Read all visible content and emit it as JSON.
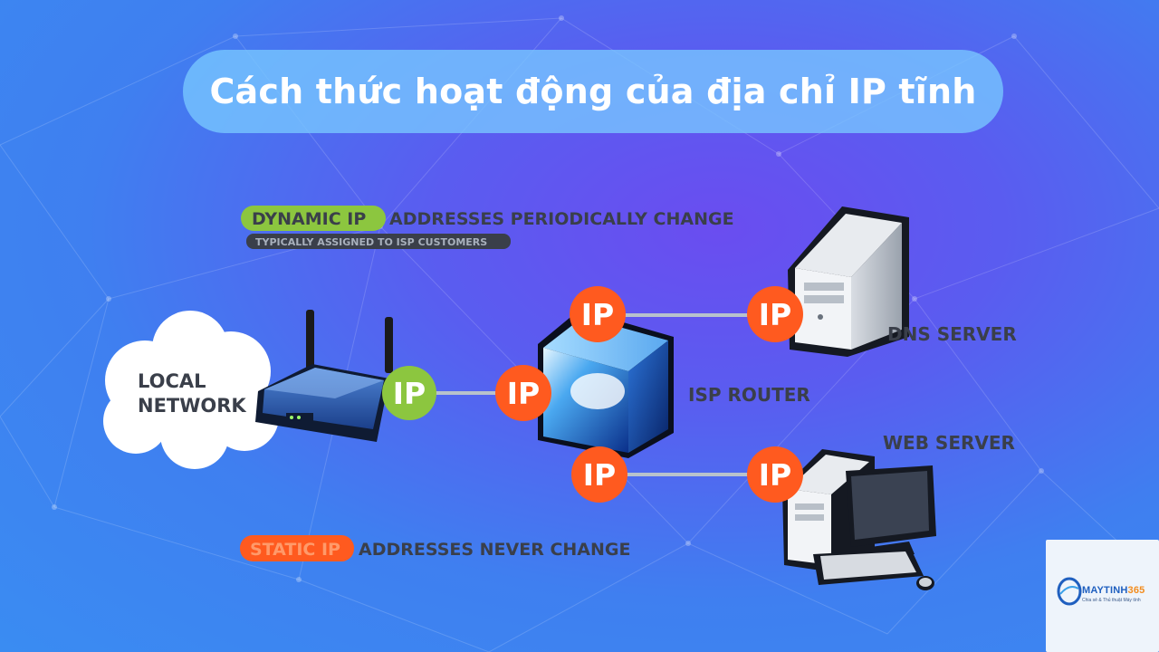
{
  "title": "Cách thức hoạt động của địa chỉ IP tĩnh",
  "legend": {
    "dynamic_tag": "DYNAMIC IP",
    "dynamic_text": "ADDRESSES PERIODICALLY CHANGE",
    "dynamic_sub": "TYPICALLY ASSIGNED TO ISP CUSTOMERS",
    "static_tag": "STATIC IP",
    "static_text": "ADDRESSES NEVER CHANGE"
  },
  "nodes": {
    "local_network_line1": "LOCAL",
    "local_network_line2": "NETWORK",
    "isp_router": "ISP ROUTER",
    "dns_server": "DNS SERVER",
    "web_server": "WEB SERVER"
  },
  "badges": {
    "router_dynamic": "IP",
    "isp_left": "IP",
    "isp_top": "IP",
    "isp_bottom": "IP",
    "dns": "IP",
    "web": "IP"
  },
  "colors": {
    "dynamic": "#8cc63f",
    "static": "#ff5a1f",
    "label_dark": "#3a3f4a"
  },
  "logo": {
    "brand_main": "MAYTINH",
    "brand_num": "365",
    "tagline": "Chia sẻ & Thủ thuật Máy tính"
  }
}
